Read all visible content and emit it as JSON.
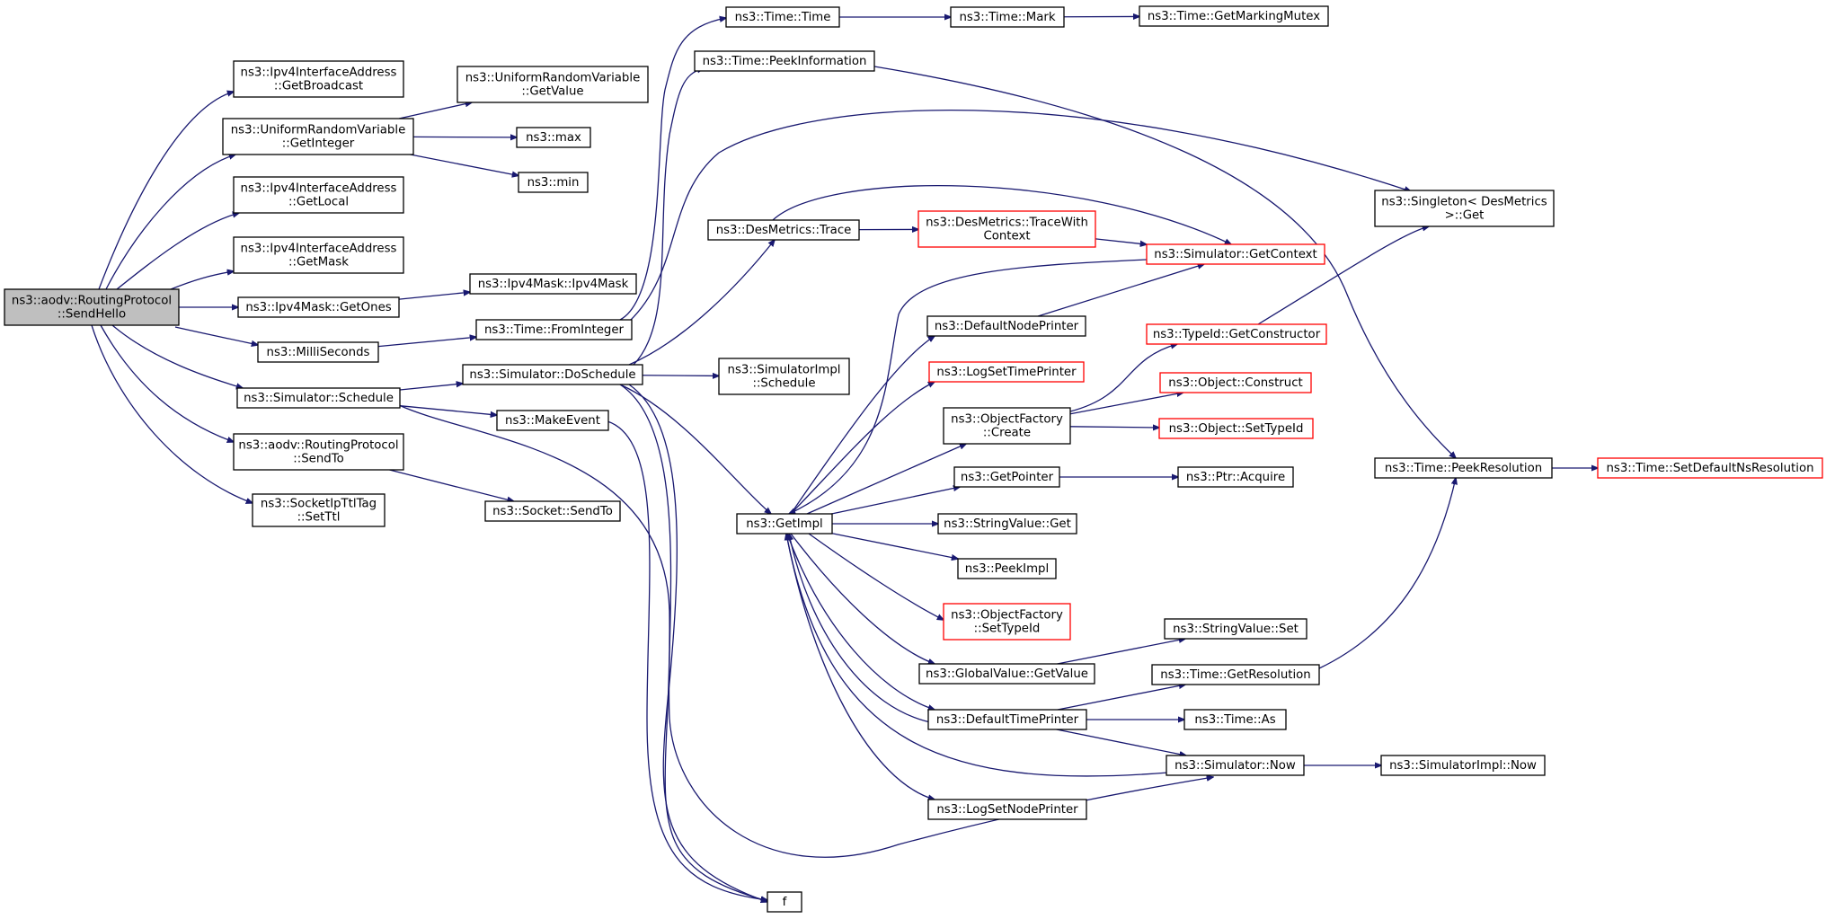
{
  "colors": {
    "edge": "#191970",
    "node_border": "#000000",
    "highlight_border": "#ff0000",
    "root_fill": "#bfbfbf"
  },
  "nodes": [
    {
      "id": "send_hello",
      "lines": [
        "ns3::aodv::RoutingProtocol",
        "::SendHello"
      ],
      "style": "root"
    },
    {
      "id": "get_broadcast",
      "lines": [
        "ns3::Ipv4InterfaceAddress",
        "::GetBroadcast"
      ]
    },
    {
      "id": "urv_getinteger",
      "lines": [
        "ns3::UniformRandomVariable",
        "::GetInteger"
      ]
    },
    {
      "id": "urv_getvalue",
      "lines": [
        "ns3::UniformRandomVariable",
        "::GetValue"
      ]
    },
    {
      "id": "max",
      "lines": [
        "ns3::max"
      ]
    },
    {
      "id": "min",
      "lines": [
        "ns3::min"
      ]
    },
    {
      "id": "get_local",
      "lines": [
        "ns3::Ipv4InterfaceAddress",
        "::GetLocal"
      ]
    },
    {
      "id": "get_mask",
      "lines": [
        "ns3::Ipv4InterfaceAddress",
        "::GetMask"
      ]
    },
    {
      "id": "get_ones",
      "lines": [
        "ns3::Ipv4Mask::GetOnes"
      ]
    },
    {
      "id": "ipv4mask_ctor",
      "lines": [
        "ns3::Ipv4Mask::Ipv4Mask"
      ]
    },
    {
      "id": "milliseconds",
      "lines": [
        "ns3::MilliSeconds"
      ]
    },
    {
      "id": "from_integer",
      "lines": [
        "ns3::Time::FromInteger"
      ]
    },
    {
      "id": "sim_schedule",
      "lines": [
        "ns3::Simulator::Schedule"
      ]
    },
    {
      "id": "do_schedule",
      "lines": [
        "ns3::Simulator::DoSchedule"
      ]
    },
    {
      "id": "make_event",
      "lines": [
        "ns3::MakeEvent"
      ]
    },
    {
      "id": "aodv_sendto",
      "lines": [
        "ns3::aodv::RoutingProtocol",
        "::SendTo"
      ]
    },
    {
      "id": "socket_sendto",
      "lines": [
        "ns3::Socket::SendTo"
      ]
    },
    {
      "id": "setttl",
      "lines": [
        "ns3::SocketIpTtlTag",
        "::SetTtl"
      ]
    },
    {
      "id": "time_time",
      "lines": [
        "ns3::Time::Time"
      ]
    },
    {
      "id": "time_mark",
      "lines": [
        "ns3::Time::Mark"
      ]
    },
    {
      "id": "marking_mutex",
      "lines": [
        "ns3::Time::GetMarkingMutex"
      ]
    },
    {
      "id": "peek_information",
      "lines": [
        "ns3::Time::PeekInformation"
      ]
    },
    {
      "id": "desmetrics_trace",
      "lines": [
        "ns3::DesMetrics::Trace"
      ]
    },
    {
      "id": "trace_with_context",
      "lines": [
        "ns3::DesMetrics::TraceWith",
        "Context"
      ],
      "style": "red"
    },
    {
      "id": "get_context",
      "lines": [
        "ns3::Simulator::GetContext"
      ],
      "style": "red"
    },
    {
      "id": "singleton_get",
      "lines": [
        "ns3::Singleton< DesMetrics",
        ">::Get"
      ]
    },
    {
      "id": "simimpl_schedule",
      "lines": [
        "ns3::SimulatorImpl",
        "::Schedule"
      ]
    },
    {
      "id": "default_node_printer",
      "lines": [
        "ns3::DefaultNodePrinter"
      ]
    },
    {
      "id": "log_set_time_printer",
      "lines": [
        "ns3::LogSetTimePrinter"
      ],
      "style": "red"
    },
    {
      "id": "get_constructor",
      "lines": [
        "ns3::TypeId::GetConstructor"
      ],
      "style": "red"
    },
    {
      "id": "object_construct",
      "lines": [
        "ns3::Object::Construct"
      ],
      "style": "red"
    },
    {
      "id": "object_settypeid",
      "lines": [
        "ns3::Object::SetTypeId"
      ],
      "style": "red"
    },
    {
      "id": "of_create",
      "lines": [
        "ns3::ObjectFactory",
        "::Create"
      ]
    },
    {
      "id": "get_pointer",
      "lines": [
        "ns3::GetPointer"
      ]
    },
    {
      "id": "ptr_acquire",
      "lines": [
        "ns3::Ptr::Acquire"
      ]
    },
    {
      "id": "get_impl",
      "lines": [
        "ns3::GetImpl"
      ]
    },
    {
      "id": "stringvalue_get",
      "lines": [
        "ns3::StringValue::Get"
      ]
    },
    {
      "id": "peek_impl",
      "lines": [
        "ns3::PeekImpl"
      ]
    },
    {
      "id": "of_settypeid",
      "lines": [
        "ns3::ObjectFactory",
        "::SetTypeId"
      ],
      "style": "red"
    },
    {
      "id": "stringvalue_set",
      "lines": [
        "ns3::StringValue::Set"
      ]
    },
    {
      "id": "gv_getvalue",
      "lines": [
        "ns3::GlobalValue::GetValue"
      ]
    },
    {
      "id": "get_resolution",
      "lines": [
        "ns3::Time::GetResolution"
      ]
    },
    {
      "id": "default_time_printer",
      "lines": [
        "ns3::DefaultTimePrinter"
      ]
    },
    {
      "id": "time_as",
      "lines": [
        "ns3::Time::As"
      ]
    },
    {
      "id": "sim_now",
      "lines": [
        "ns3::Simulator::Now"
      ]
    },
    {
      "id": "simimpl_now",
      "lines": [
        "ns3::SimulatorImpl::Now"
      ]
    },
    {
      "id": "log_set_node_printer",
      "lines": [
        "ns3::LogSetNodePrinter"
      ]
    },
    {
      "id": "f",
      "lines": [
        "f"
      ]
    },
    {
      "id": "peek_resolution",
      "lines": [
        "ns3::Time::PeekResolution"
      ]
    },
    {
      "id": "set_default_ns_resolution",
      "lines": [
        "ns3::Time::SetDefaultNsResolution"
      ],
      "style": "red"
    }
  ],
  "edges": [
    {
      "from": "send_hello",
      "to": "get_broadcast"
    },
    {
      "from": "send_hello",
      "to": "urv_getinteger"
    },
    {
      "from": "send_hello",
      "to": "get_local"
    },
    {
      "from": "send_hello",
      "to": "get_mask"
    },
    {
      "from": "send_hello",
      "to": "get_ones"
    },
    {
      "from": "send_hello",
      "to": "milliseconds"
    },
    {
      "from": "send_hello",
      "to": "sim_schedule"
    },
    {
      "from": "send_hello",
      "to": "aodv_sendto"
    },
    {
      "from": "send_hello",
      "to": "setttl"
    },
    {
      "from": "urv_getinteger",
      "to": "urv_getvalue"
    },
    {
      "from": "urv_getinteger",
      "to": "max"
    },
    {
      "from": "urv_getinteger",
      "to": "min"
    },
    {
      "from": "get_ones",
      "to": "ipv4mask_ctor"
    },
    {
      "from": "milliseconds",
      "to": "from_integer"
    },
    {
      "from": "from_integer",
      "to": "time_time"
    },
    {
      "from": "from_integer",
      "to": "singleton_get"
    },
    {
      "from": "sim_schedule",
      "to": "do_schedule"
    },
    {
      "from": "sim_schedule",
      "to": "make_event"
    },
    {
      "from": "sim_schedule",
      "to": "f"
    },
    {
      "from": "aodv_sendto",
      "to": "socket_sendto"
    },
    {
      "from": "time_time",
      "to": "time_mark"
    },
    {
      "from": "time_mark",
      "to": "marking_mutex"
    },
    {
      "from": "peek_information",
      "to": "peek_resolution"
    },
    {
      "from": "do_schedule",
      "to": "peek_information"
    },
    {
      "from": "do_schedule",
      "to": "desmetrics_trace"
    },
    {
      "from": "do_schedule",
      "to": "simimpl_schedule"
    },
    {
      "from": "do_schedule",
      "to": "get_impl"
    },
    {
      "from": "do_schedule",
      "to": "sim_now"
    },
    {
      "from": "do_schedule",
      "to": "f"
    },
    {
      "from": "make_event",
      "to": "f"
    },
    {
      "from": "desmetrics_trace",
      "to": "trace_with_context"
    },
    {
      "from": "desmetrics_trace",
      "to": "get_context"
    },
    {
      "from": "trace_with_context",
      "to": "get_context"
    },
    {
      "from": "get_context",
      "to": "get_impl"
    },
    {
      "from": "default_node_printer",
      "to": "get_context"
    },
    {
      "from": "get_constructor",
      "to": "singleton_get"
    },
    {
      "from": "of_create",
      "to": "get_constructor"
    },
    {
      "from": "of_create",
      "to": "object_construct"
    },
    {
      "from": "of_create",
      "to": "object_settypeid"
    },
    {
      "from": "get_pointer",
      "to": "ptr_acquire"
    },
    {
      "from": "get_impl",
      "to": "default_node_printer"
    },
    {
      "from": "get_impl",
      "to": "log_set_time_printer"
    },
    {
      "from": "get_impl",
      "to": "of_create"
    },
    {
      "from": "get_impl",
      "to": "get_pointer"
    },
    {
      "from": "get_impl",
      "to": "stringvalue_get"
    },
    {
      "from": "get_impl",
      "to": "peek_impl"
    },
    {
      "from": "get_impl",
      "to": "of_settypeid"
    },
    {
      "from": "get_impl",
      "to": "gv_getvalue"
    },
    {
      "from": "get_impl",
      "to": "default_time_printer"
    },
    {
      "from": "get_impl",
      "to": "log_set_node_printer"
    },
    {
      "from": "gv_getvalue",
      "to": "stringvalue_set"
    },
    {
      "from": "default_time_printer",
      "to": "get_resolution"
    },
    {
      "from": "default_time_printer",
      "to": "time_as"
    },
    {
      "from": "default_time_printer",
      "to": "sim_now"
    },
    {
      "from": "default_time_printer",
      "to": "get_impl"
    },
    {
      "from": "sim_now",
      "to": "get_impl"
    },
    {
      "from": "sim_now",
      "to": "simimpl_now"
    },
    {
      "from": "get_resolution",
      "to": "peek_resolution"
    },
    {
      "from": "peek_resolution",
      "to": "set_default_ns_resolution"
    }
  ]
}
